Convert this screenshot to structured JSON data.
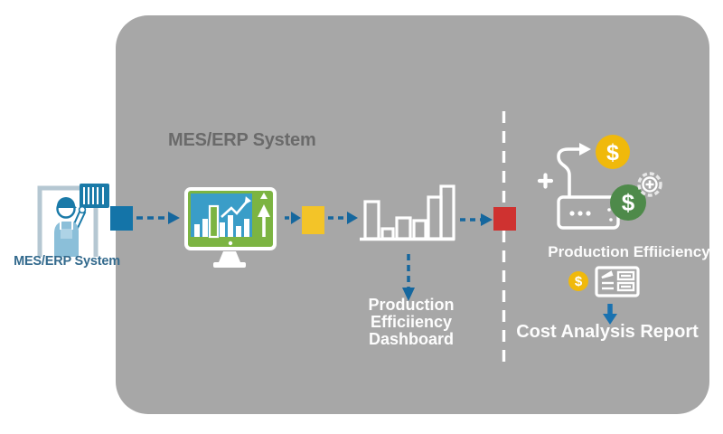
{
  "left": {
    "label": "MES/ERP System"
  },
  "panel": {
    "title": "MES/ERP System"
  },
  "dashboard_label": {
    "line1": "Production",
    "line2": "Efficiiency",
    "line3": "Dashboard"
  },
  "right": {
    "efficiency_label": "Production Effiiciency",
    "report_label": "Cost Analysis Report"
  },
  "symbols": {
    "dollar": "$",
    "plus": "+"
  },
  "icons": {
    "worker": "worker-scanning-barcode-icon",
    "monitor": "dashboard-monitor-icon",
    "bar_chart": "bar-chart-icon",
    "money_flow": "cost-savings-icon",
    "coin": "dollar-coin-icon",
    "report": "report-document-icon",
    "down_arrow": "down-arrow-icon"
  },
  "colors": {
    "panel_bg": "#a7a7a7",
    "page_bg": "#ffffff",
    "arrow_blue": "#15679e",
    "node_blue": "#1474a8",
    "node_yellow": "#f3c428",
    "node_red": "#cf3230",
    "monitor_green": "#7cb442",
    "monitor_blue": "#3a9dc8",
    "coin_yellow": "#f0b90b",
    "coin_green": "#4e8a4a",
    "divider_white": "#ffffff",
    "title_gray": "#6a6a6a",
    "left_label_blue": "#336a8d",
    "report_arrow_blue": "#1a72b0"
  }
}
